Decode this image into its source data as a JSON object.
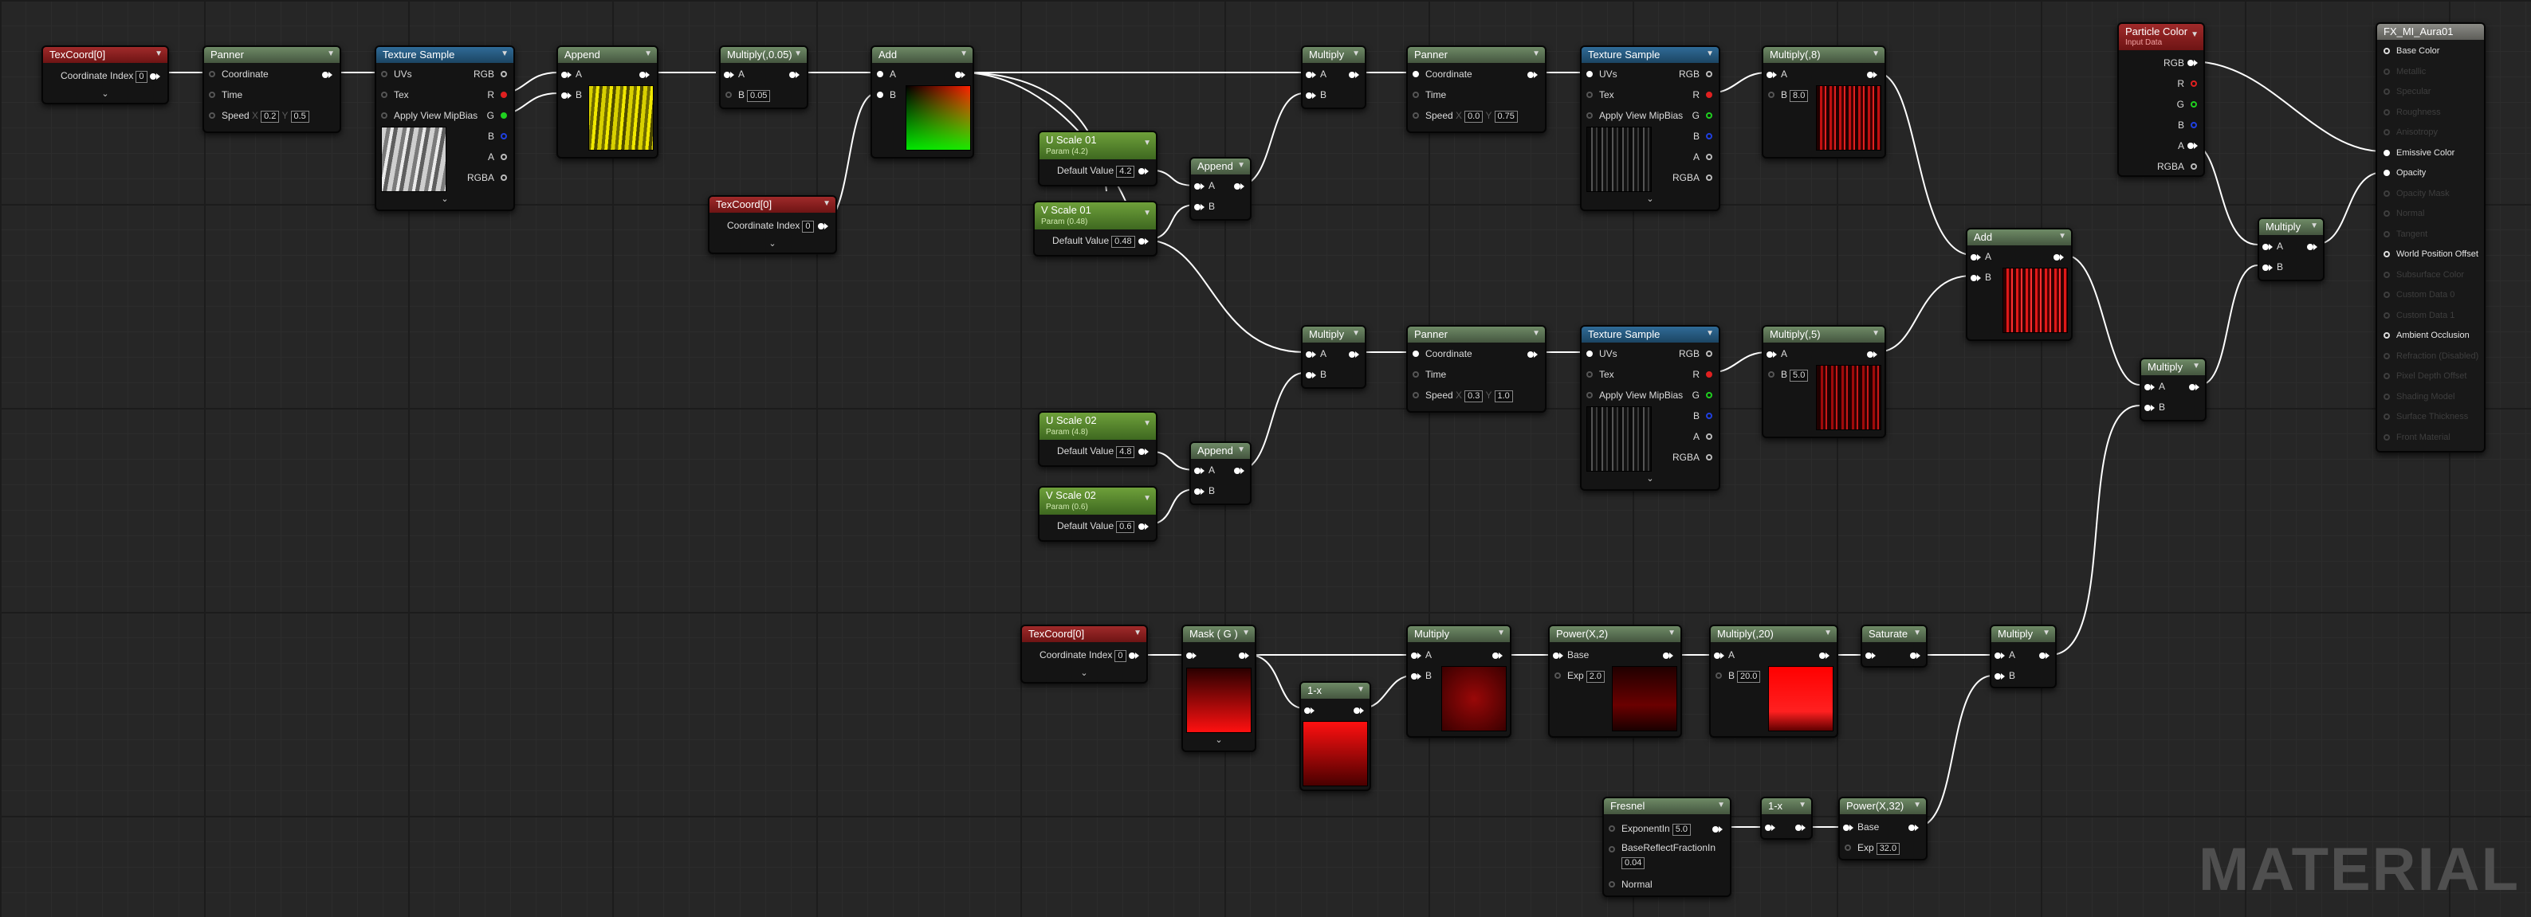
{
  "nodes": {
    "texcoord1": {
      "title": "TexCoord[0]",
      "coord_label": "Coordinate Index",
      "coord_value": "0"
    },
    "panner1": {
      "title": "Panner",
      "coordinate": "Coordinate",
      "time": "Time",
      "speed": "Speed",
      "x_label": "X",
      "x_value": "0.2",
      "y_label": "Y",
      "y_value": "0.5"
    },
    "texsample1": {
      "title": "Texture Sample",
      "uvs": "UVs",
      "tex": "Tex",
      "mip": "Apply View MipBias",
      "rgb": "RGB",
      "r": "R",
      "g": "G",
      "b": "B",
      "a": "A",
      "rgba": "RGBA"
    },
    "append1": {
      "title": "Append",
      "a": "A",
      "b": "B"
    },
    "multiply1": {
      "title": "Multiply(,0.05)",
      "a": "A",
      "b": "B",
      "b_value": "0.05"
    },
    "add1": {
      "title": "Add",
      "a": "A",
      "b": "B"
    },
    "texcoord2": {
      "title": "TexCoord[0]",
      "coord_label": "Coordinate Index",
      "coord_value": "0"
    },
    "uscale1": {
      "title": "U Scale 01",
      "sub": "Param (4.2)",
      "label": "Default Value",
      "value": "4.2"
    },
    "vscale1": {
      "title": "V Scale 01",
      "sub": "Param (0.48)",
      "label": "Default Value",
      "value": "0.48"
    },
    "append2": {
      "title": "Append",
      "a": "A",
      "b": "B"
    },
    "multiply2": {
      "title": "Multiply",
      "a": "A",
      "b": "B"
    },
    "panner2": {
      "title": "Panner",
      "coordinate": "Coordinate",
      "time": "Time",
      "speed": "Speed",
      "x_label": "X",
      "x_value": "0.0",
      "y_label": "Y",
      "y_value": "0.75"
    },
    "texsample2": {
      "title": "Texture Sample",
      "uvs": "UVs",
      "tex": "Tex",
      "mip": "Apply View MipBias",
      "rgb": "RGB",
      "r": "R",
      "g": "G",
      "b": "B",
      "a": "A",
      "rgba": "RGBA"
    },
    "multiply3": {
      "title": "Multiply(,8)",
      "a": "A",
      "b": "B",
      "b_value": "8.0"
    },
    "uscale2": {
      "title": "U Scale 02",
      "sub": "Param (4.8)",
      "label": "Default Value",
      "value": "4.8"
    },
    "vscale2": {
      "title": "V Scale 02",
      "sub": "Param (0.6)",
      "label": "Default Value",
      "value": "0.6"
    },
    "append3": {
      "title": "Append",
      "a": "A",
      "b": "B"
    },
    "multiply4": {
      "title": "Multiply",
      "a": "A",
      "b": "B"
    },
    "panner3": {
      "title": "Panner",
      "coordinate": "Coordinate",
      "time": "Time",
      "speed": "Speed",
      "x_label": "X",
      "x_value": "0.3",
      "y_label": "Y",
      "y_value": "1.0"
    },
    "texsample3": {
      "title": "Texture Sample",
      "uvs": "UVs",
      "tex": "Tex",
      "mip": "Apply View MipBias",
      "rgb": "RGB",
      "r": "R",
      "g": "G",
      "b": "B",
      "a": "A",
      "rgba": "RGBA"
    },
    "multiply5": {
      "title": "Multiply(,5)",
      "a": "A",
      "b": "B",
      "b_value": "5.0"
    },
    "add2": {
      "title": "Add",
      "a": "A",
      "b": "B"
    },
    "multiply6": {
      "title": "Multiply",
      "a": "A",
      "b": "B"
    },
    "multiply7": {
      "title": "Multiply",
      "a": "A",
      "b": "B"
    },
    "particlecolor": {
      "title": "Particle Color",
      "sub": "Input Data",
      "rgb": "RGB",
      "r": "R",
      "g": "G",
      "b": "B",
      "a": "A",
      "rgba": "RGBA"
    },
    "texcoord3": {
      "title": "TexCoord[0]",
      "coord_label": "Coordinate Index",
      "coord_value": "0"
    },
    "mask": {
      "title": "Mask ( G )"
    },
    "oneminus1": {
      "title": "1-x"
    },
    "multiply8": {
      "title": "Multiply",
      "a": "A",
      "b": "B"
    },
    "power1": {
      "title": "Power(X,2)",
      "base": "Base",
      "exp": "Exp",
      "exp_value": "2.0"
    },
    "multiply9": {
      "title": "Multiply(,20)",
      "a": "A",
      "b": "B",
      "b_value": "20.0"
    },
    "saturate": {
      "title": "Saturate"
    },
    "multiply10": {
      "title": "Multiply",
      "a": "A",
      "b": "B"
    },
    "fresnel": {
      "title": "Fresnel",
      "exponent_label": "ExponentIn",
      "exponent_value": "5.0",
      "base_label": "BaseReflectFractionIn",
      "base_value": "0.04",
      "normal_label": "Normal"
    },
    "oneminus2": {
      "title": "1-x"
    },
    "power2": {
      "title": "Power(X,32)",
      "base": "Base",
      "exp": "Exp",
      "exp_value": "32.0"
    },
    "result": {
      "title": "FX_MI_Aura01",
      "pins": [
        "Base Color",
        "Metallic",
        "Specular",
        "Roughness",
        "Anisotropy",
        "Emissive Color",
        "Opacity",
        "Opacity Mask",
        "Normal",
        "Tangent",
        "World Position Offset",
        "Subsurface Color",
        "Custom Data 0",
        "Custom Data 1",
        "Ambient Occlusion",
        "Refraction (Disabled)",
        "Pixel Depth Offset",
        "Shading Model",
        "Surface Thickness",
        "Front Material"
      ]
    }
  },
  "watermark": "MATERIAL",
  "colors": {
    "r_pin": "#e02020",
    "g_pin": "#20d020",
    "b_pin": "#2040e0",
    "wire": "#ffffff"
  }
}
